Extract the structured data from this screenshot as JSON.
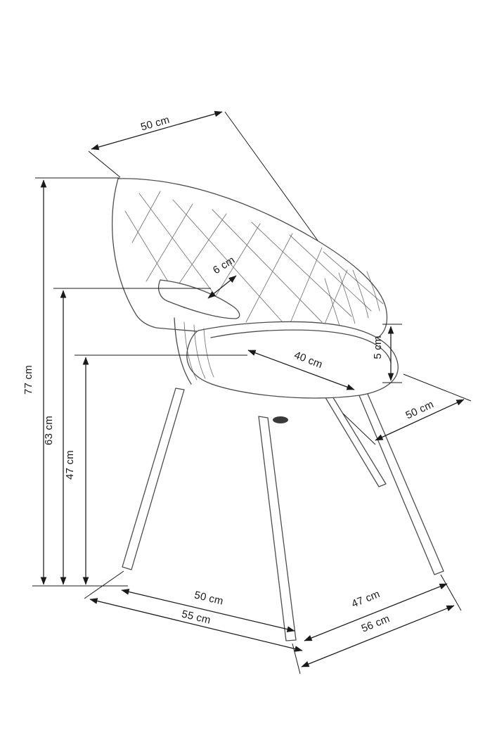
{
  "diagram": {
    "type": "technical-dimension-drawing",
    "subject": "upholstered quilted chair with wooden legs",
    "unit": "cm",
    "dimensions": {
      "back_width": "50 cm",
      "overall_height": "77 cm",
      "backrest_height": "63 cm",
      "seat_height": "47 cm",
      "armrest_thickness": "6 cm",
      "seat_depth": "40 cm",
      "cushion_thickness": "5 cm",
      "seat_width": "50 cm",
      "base_width_inner": "50 cm",
      "base_width_outer": "55 cm",
      "base_depth_inner": "47 cm",
      "base_depth_outer": "56 cm"
    },
    "colors": {
      "dimension_line": "#1a1a1a",
      "sketch_line": "#4d4d4d",
      "background": "#ffffff"
    }
  }
}
